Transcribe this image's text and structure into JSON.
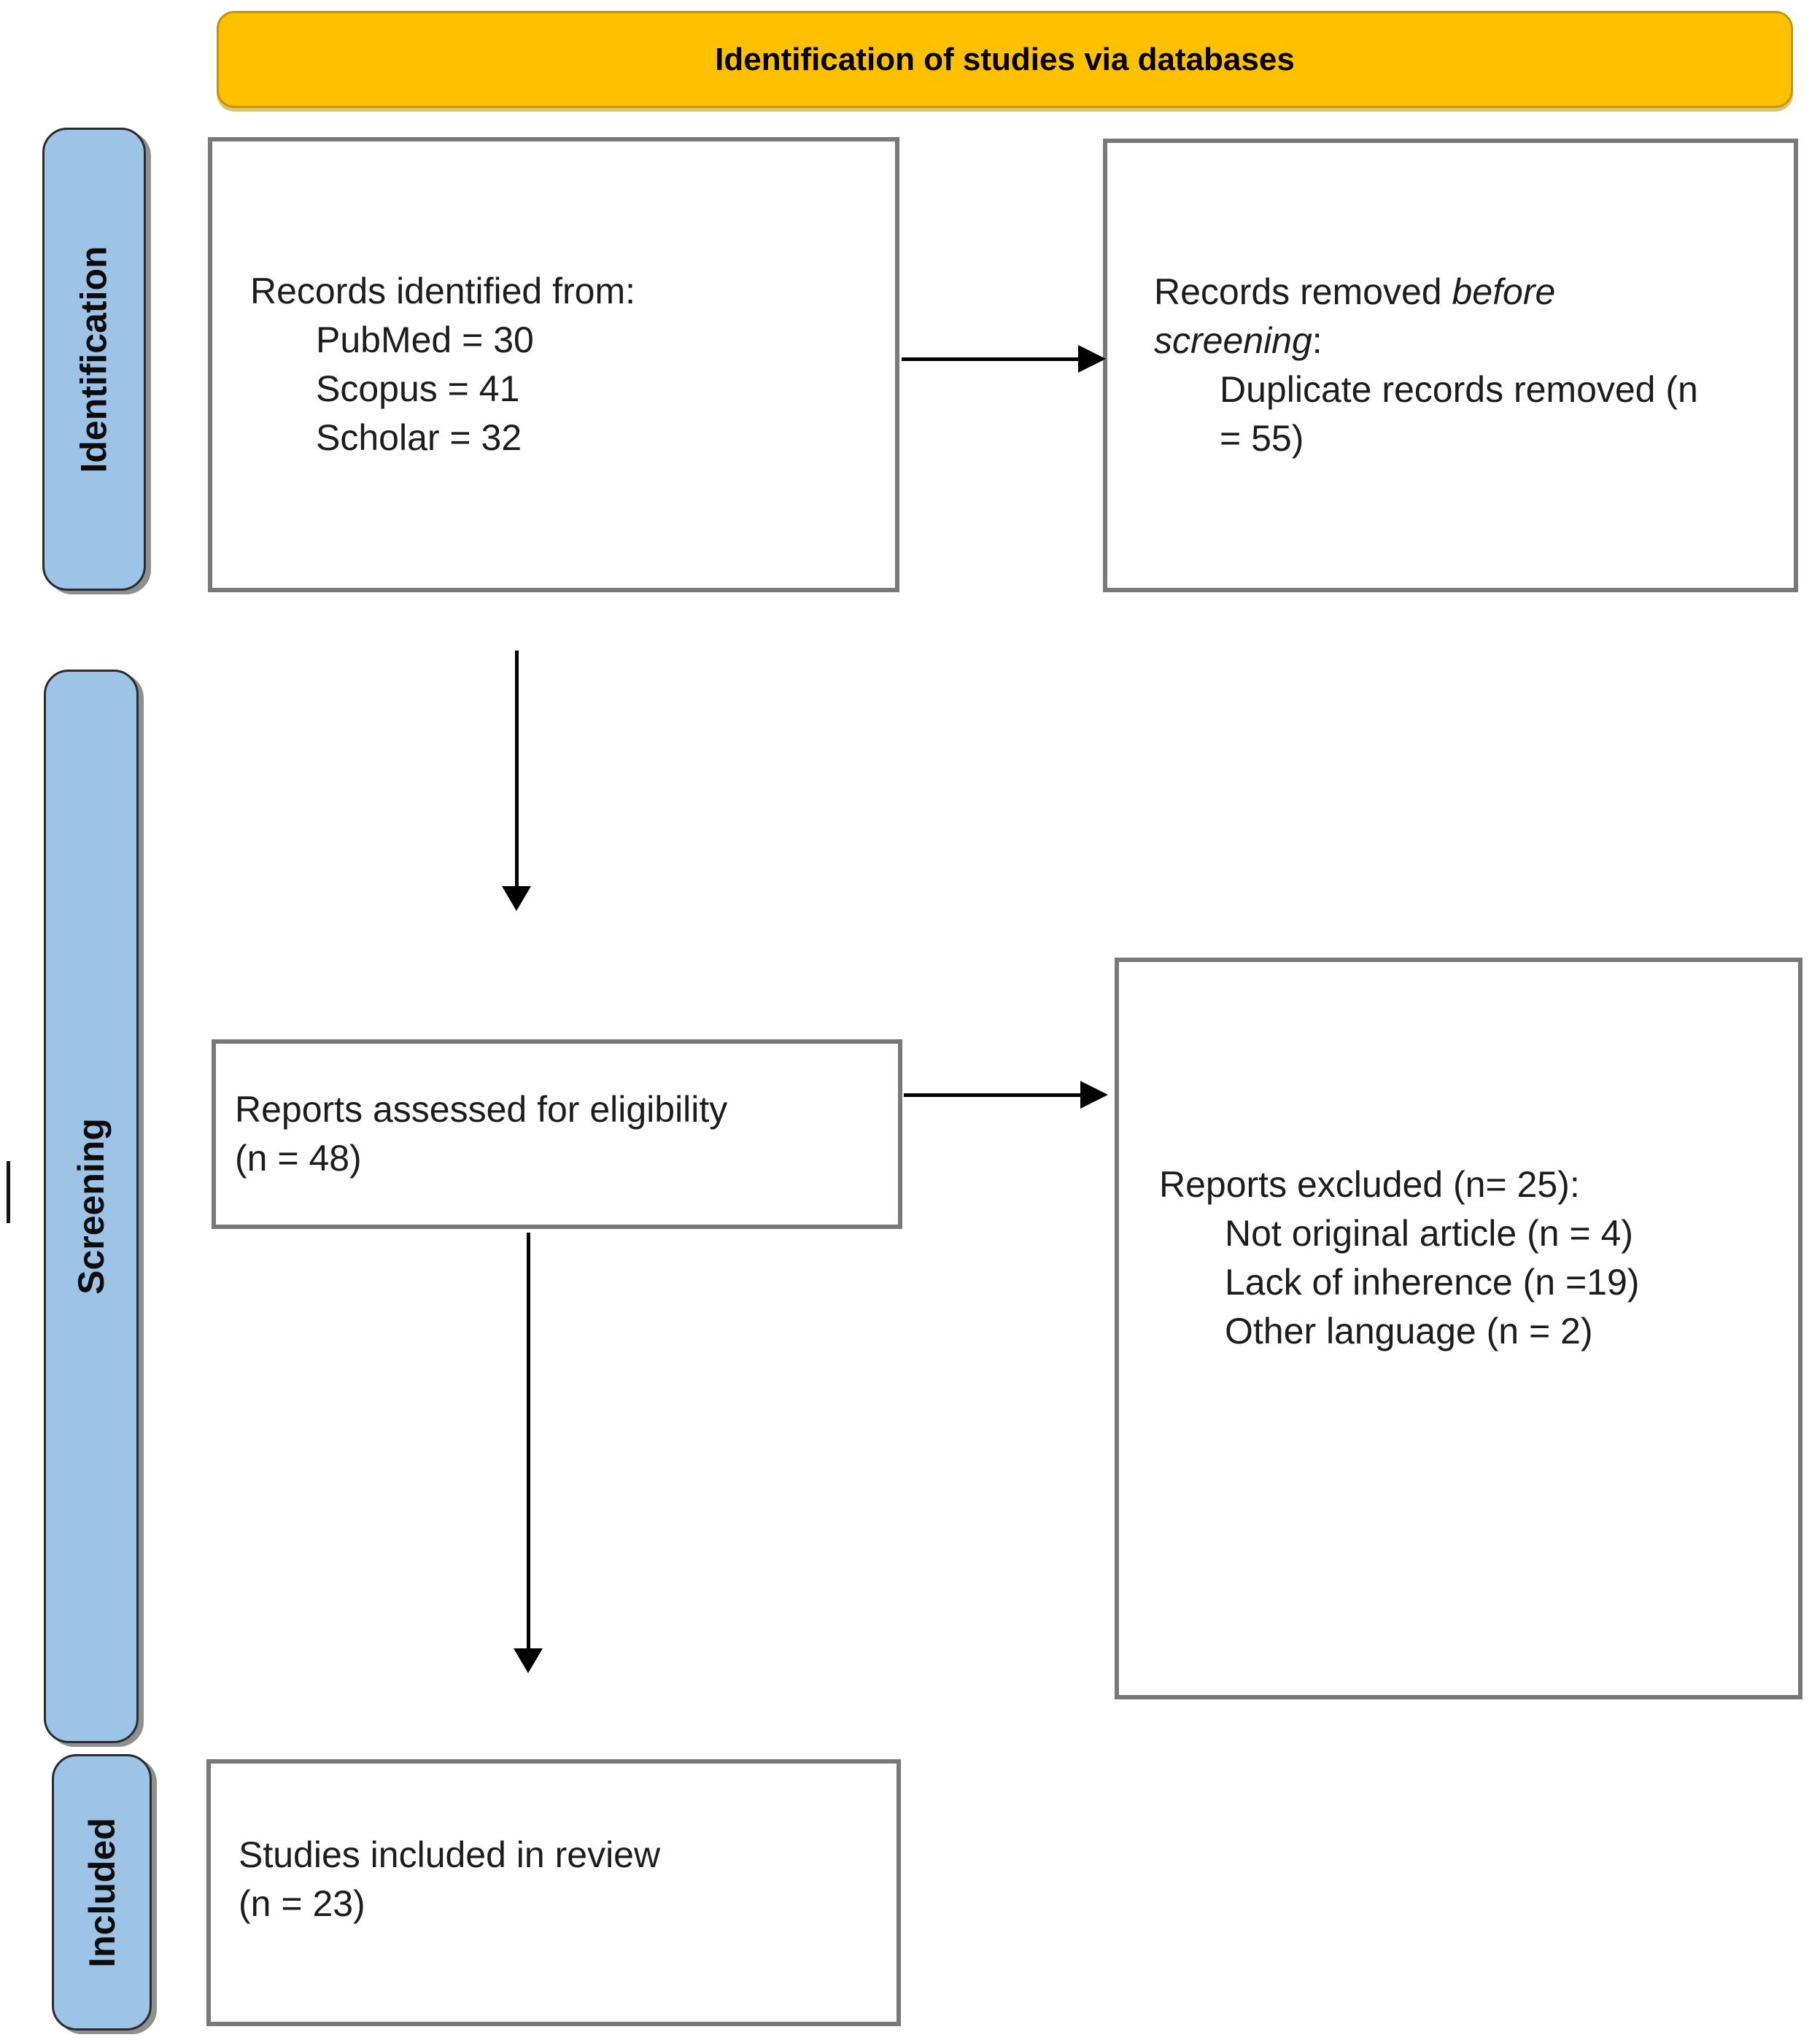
{
  "header": {
    "title": "Identification of studies via databases"
  },
  "stage_labels": {
    "identification": "Identification",
    "screening": "Screening",
    "included": "Included"
  },
  "box_records_identified": {
    "l1": "Records identified from:",
    "l2": "PubMed = 30",
    "l3": "Scopus = 41",
    "l4": "Scholar = 32"
  },
  "box_records_removed": {
    "l1a": "Records removed ",
    "l1b": "before",
    "l2a": "screening",
    "l2b": ":",
    "l3": "Duplicate records removed (n",
    "l4": "= 55)"
  },
  "box_reports_assessed": {
    "l1": "Reports assessed for eligibility",
    "l2": "(n = 48)"
  },
  "box_reports_excluded": {
    "l1": "Reports excluded (n= 25):",
    "l2": "Not original article (n = 4)",
    "l3": "Lack of inherence (n =19)",
    "l4": "Other language (n = 2)"
  },
  "box_studies_included": {
    "l1": "Studies included in review",
    "l2": "(n = 23)"
  },
  "colors": {
    "header_bg": "#FFC000",
    "header_edge": "#C49500",
    "label_bg": "#9DC3E6",
    "label_border": "#2B2B2B",
    "box_border": "#787878",
    "arrow": "#000000"
  }
}
